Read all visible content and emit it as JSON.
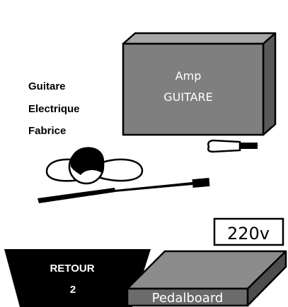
{
  "guitarist": {
    "line1": "Guitare",
    "line2": "Electrique",
    "line3": "Fabrice"
  },
  "amp": {
    "line1": "Amp",
    "line2": "GUITARE"
  },
  "power": {
    "label": "220v"
  },
  "monitor": {
    "line1": "RETOUR",
    "line2": "2"
  },
  "pedalboard": {
    "label": "Pedalboard"
  },
  "colors": {
    "amp_front": "#7f7f7f",
    "amp_top": "#a6a6a6",
    "amp_side": "#595959",
    "monitor": "#000000",
    "pedal_top": "#8c8c8c",
    "pedal_front": "#6b6b6b",
    "pedal_side": "#4d4d4d"
  }
}
